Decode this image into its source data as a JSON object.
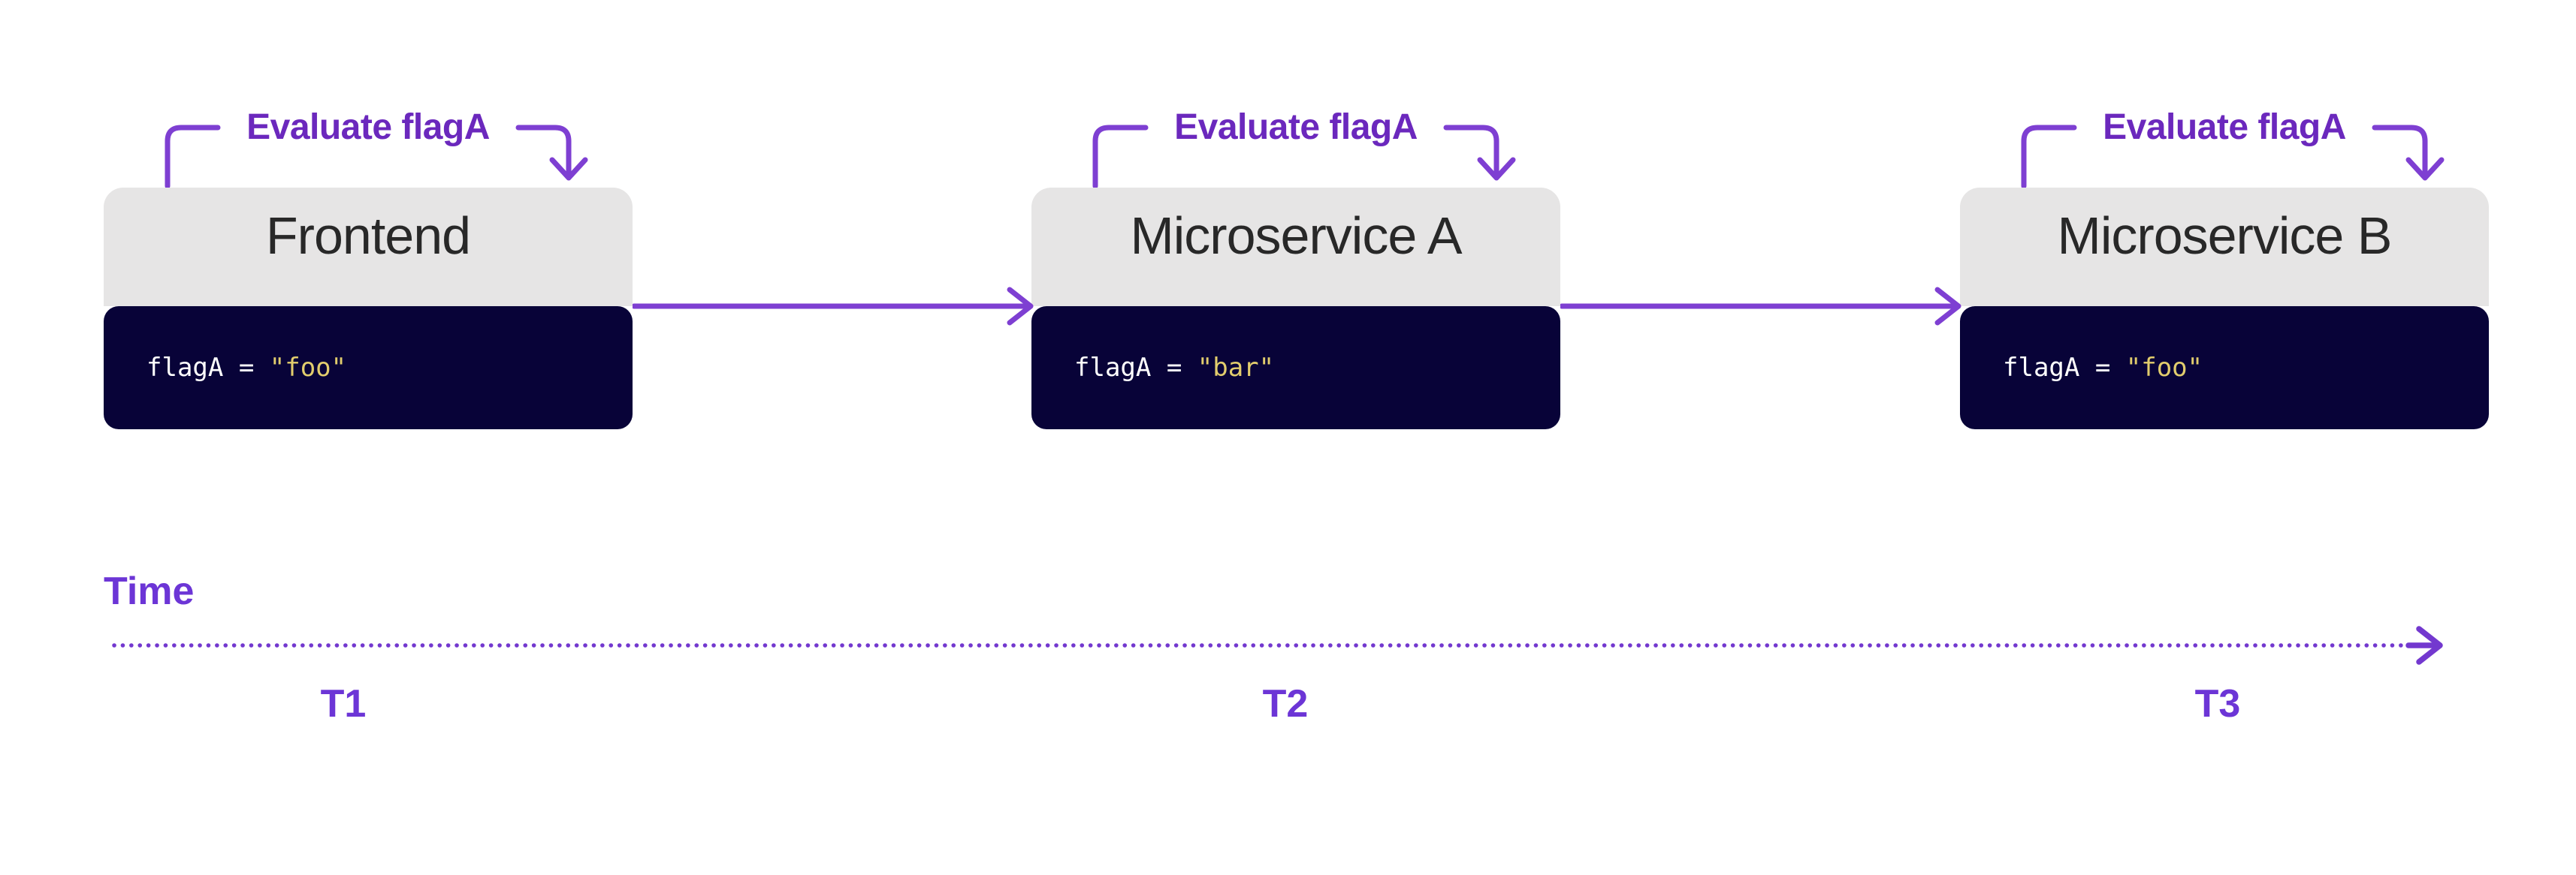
{
  "services": [
    {
      "annotation": "Evaluate flagA",
      "name": "Frontend",
      "code_prefix": "flagA = ",
      "code_value": "\"foo\""
    },
    {
      "annotation": "Evaluate flagA",
      "name": "Microservice A",
      "code_prefix": "flagA = ",
      "code_value": "\"bar\""
    },
    {
      "annotation": "Evaluate flagA",
      "name": "Microservice B",
      "code_prefix": "flagA = ",
      "code_value": "\"foo\""
    }
  ],
  "timeline": {
    "label": "Time",
    "ticks": [
      "T1",
      "T2",
      "T3"
    ]
  },
  "colors": {
    "annotation_text": "#6b28bd",
    "arrow_stroke": "#7e3fd2",
    "time_text": "#6c35d6",
    "timeline_dots": "#7338cf",
    "service_header_bg": "#e6e5e5",
    "service_header_text": "#282828",
    "code_background": "#080338",
    "code_text": "#ffffff",
    "code_string": "#e2cd6d",
    "page_background": "#ffffff"
  }
}
